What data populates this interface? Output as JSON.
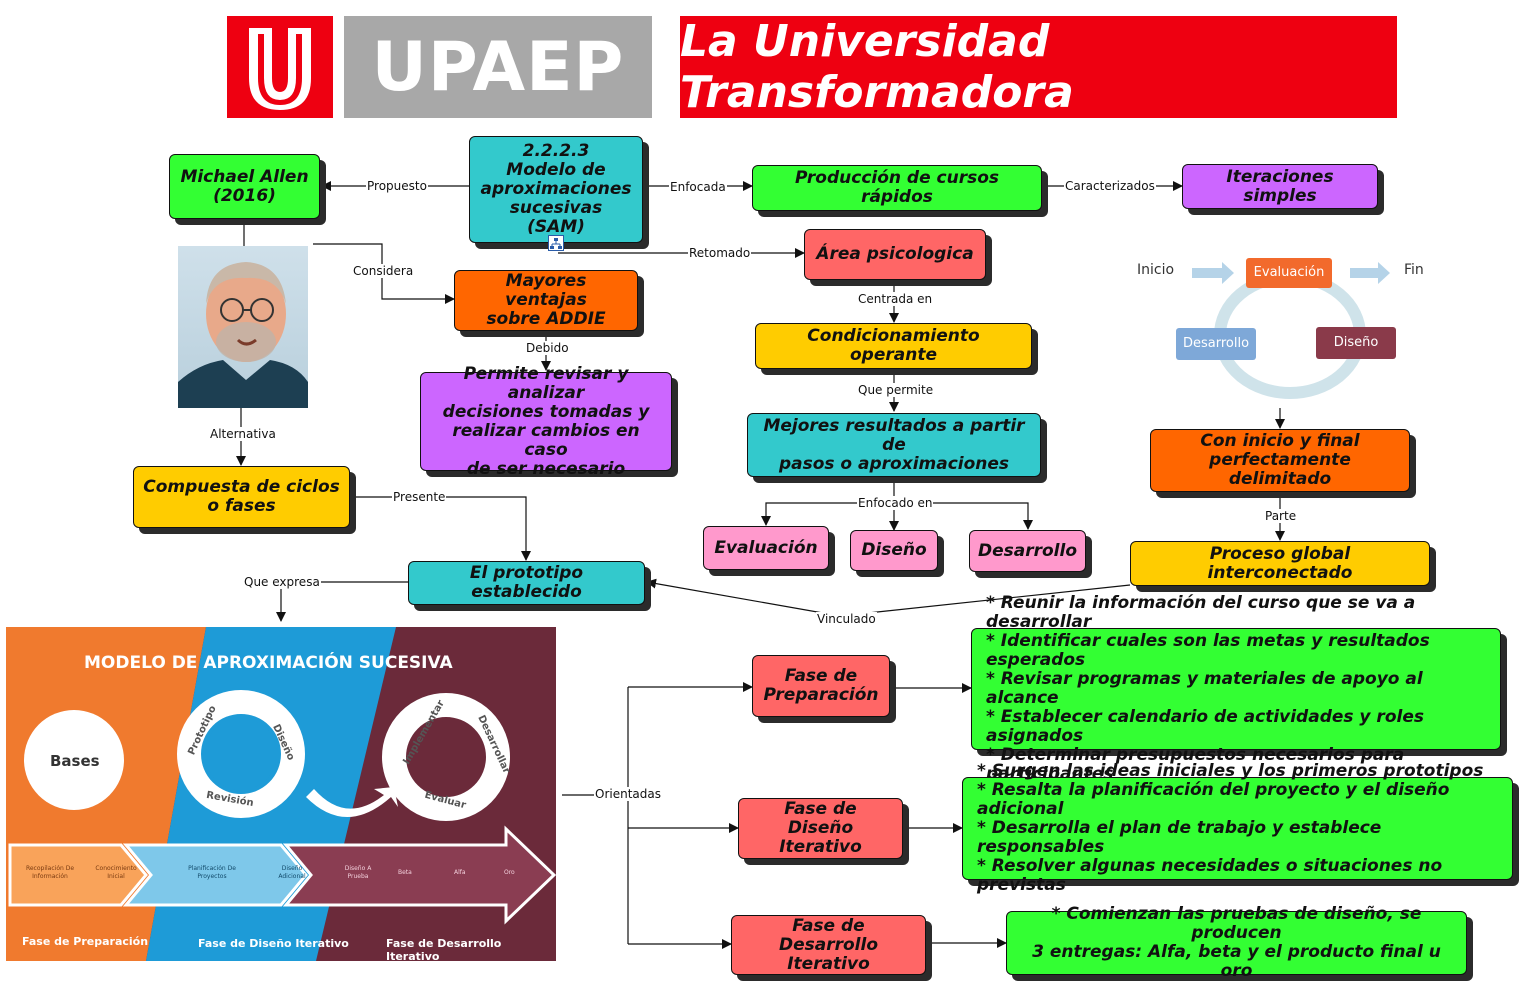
{
  "header": {
    "logo_letter": "U",
    "logo_text": "UPAEP",
    "tagline": "La Universidad Transformadora"
  },
  "nodes": {
    "sam": "2.2.2.3\nModelo de\naproximaciones\nsucesivas (SAM)",
    "allen": "Michael Allen\n(2016)",
    "produccion": "Producción de cursos rápidos",
    "iteraciones": "Iteraciones simples",
    "area": "Área psicologica",
    "ventajas": "Mayores ventajas\nsobre ADDIE",
    "permite": "Permite revisar y analizar\ndecisiones tomadas y\nrealizar cambios en caso\nde ser necesario",
    "condicionamiento": "Condicionamiento operante",
    "mejores": "Mejores resultados a partir de\npasos o aproximaciones",
    "compuesta": "Compuesta de ciclos\no fases",
    "evaluacion": "Evaluación",
    "diseno": "Diseño",
    "desarrollo": "Desarrollo",
    "inicio_final": "Con inicio y final\nperfectamente delimitado",
    "proceso": "Proceso global interconectado",
    "prototipo": "El prototipo establecido",
    "fase_prep": "Fase de\nPreparación",
    "fase_dis": "Fase de\nDiseño Iterativo",
    "fase_des": "Fase de\nDesarrollo Iterativo",
    "prep_list": "* Reunir la información del curso que se va a desarrollar\n* Identificar cuales son las metas y resultados esperados\n* Revisar programas y materiales de apoyo al alcance\n* Establecer calendario de actividades y roles asignados\n* Determinar presupuestos necesarios para participantes",
    "dis_list": "* Surgen las ideas iniciales y los primeros prototipos\n* Resalta la planificación del proyecto y el diseño adicional\n* Desarrolla el plan de trabajo y establece responsables\n* Resolver algunas necesidades o situaciones no previstas",
    "des_list": "* Comienzan las pruebas de diseño, se producen\n3 entregas: Alfa, beta y el producto final u oro"
  },
  "links": {
    "propuesto": "Propuesto",
    "enfocada": "Enfocada",
    "caracterizados": "Caracterizados",
    "retomado": "Retomado",
    "considera": "Considera",
    "centrada": "Centrada en",
    "debido": "Debido",
    "que_permite": "Que permite",
    "alternativa": "Alternativa",
    "enfocado_en": "Enfocado en",
    "presente": "Presente",
    "parte": "Parte",
    "que_expresa": "Que expresa",
    "vinculado": "Vinculado",
    "orientadas": "Orientadas"
  },
  "cycle": {
    "inicio": "Inicio",
    "fin": "Fin",
    "evaluacion": "Evaluación",
    "desarrollo": "Desarrollo",
    "diseno": "Diseño"
  },
  "sam_image": {
    "title": "MODELO DE APROXIMACIÓN SUCESIVA",
    "bases": "Bases",
    "cycle1": [
      "Prototipo",
      "Diseño",
      "Revisión"
    ],
    "cycle2": [
      "Implementar",
      "Desarrollar",
      "Evaluar"
    ],
    "arrow_steps": [
      "Recopilación De Información",
      "Conocimiento Inicial",
      "Planificación De Proyectos",
      "Diseño Adicional",
      "Diseño A Prueba",
      "Beta",
      "Alfa",
      "Oro"
    ],
    "phase1": "Fase de Preparación",
    "phase2": "Fase de Diseño Iterativo",
    "phase3": "Fase de Desarrollo Iterativo"
  },
  "colors": {
    "green": "#33ff33",
    "teal": "#33c9cc",
    "orange": "#ff6600",
    "purple": "#cc66ff",
    "red": "#ff6666",
    "yellow": "#ffcc00",
    "pink": "#ff99cc",
    "brand_red": "#ee0011",
    "brand_gray": "#a8a8a8"
  }
}
